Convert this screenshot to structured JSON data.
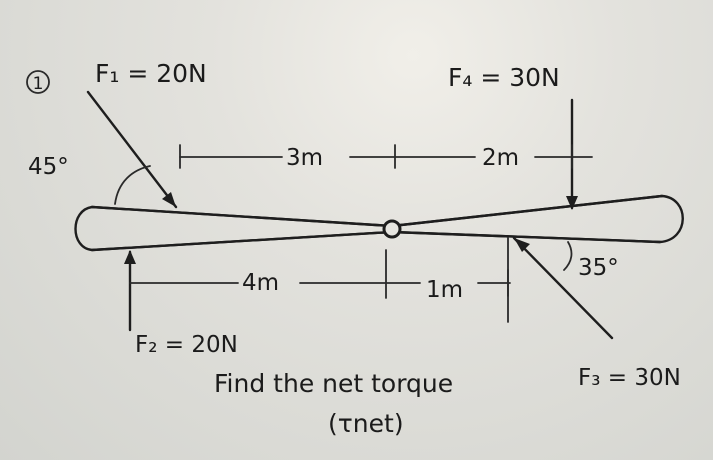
{
  "problem_number": "1",
  "forces": {
    "f1": "F₁ = 20N",
    "f2": "F₂ = 20N",
    "f3": "F₃ = 30N",
    "f4": "F₄ = 30N"
  },
  "angles": {
    "a45": "45°",
    "a35": "35°"
  },
  "distances": {
    "d3": "3m",
    "d2": "2m",
    "d4": "4m",
    "d1": "1m"
  },
  "question": {
    "line1": "Find the net torque",
    "line2": "(τnet)"
  }
}
